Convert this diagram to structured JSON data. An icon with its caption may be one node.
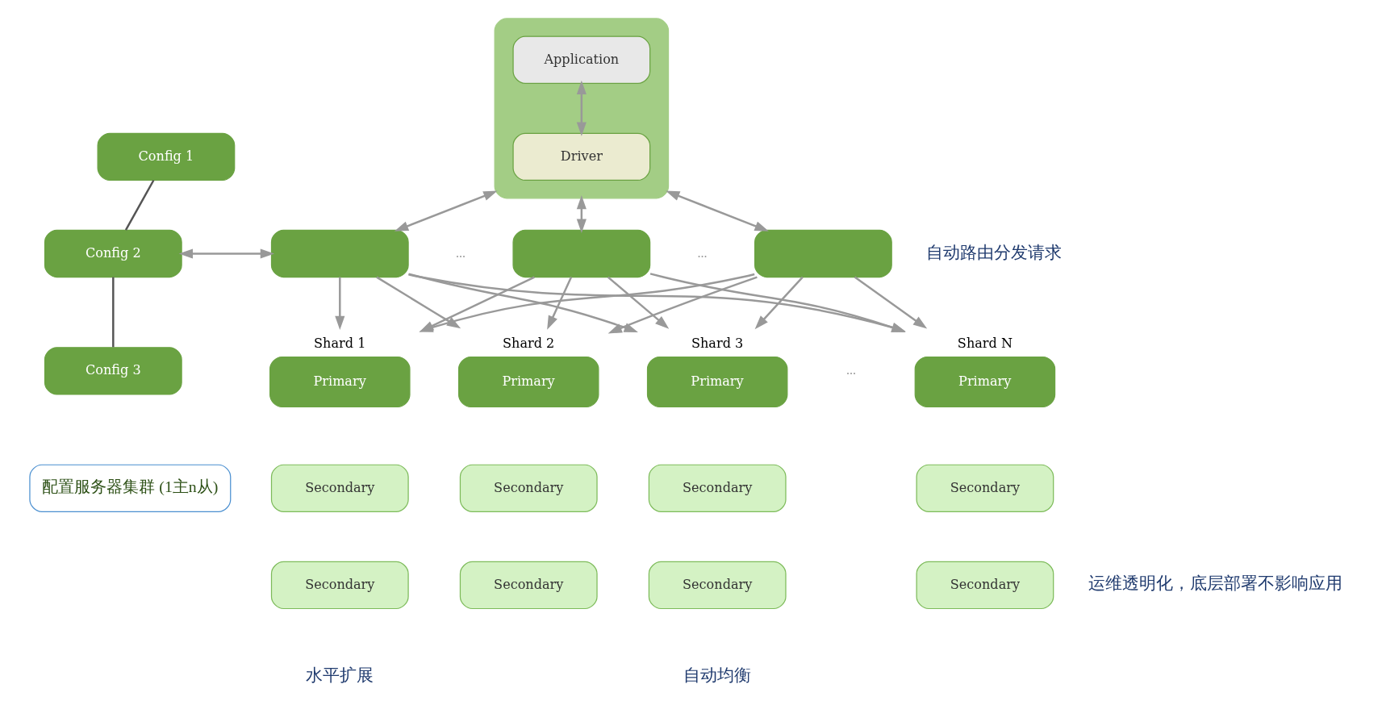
{
  "diagram": {
    "nodes": [
      {
        "text": [],
        "shape": "box"
      },
      {
        "text": [
          "Application"
        ],
        "in": 0
      },
      {
        "text": [
          "Driver"
        ],
        "in": 0
      },
      {
        "text": [
          "Config 1"
        ]
      },
      {
        "text": [
          "Config 2"
        ]
      },
      {
        "text": [
          "Config 3"
        ]
      },
      {
        "text": [],
        "shape": "box"
      },
      {
        "text": [],
        "shape": "box"
      },
      {
        "text": [],
        "shape": "box"
      },
      {
        "text": [
          "Primary"
        ],
        "beside": [
          "Shard 1"
        ]
      },
      {
        "text": [
          "Secondary"
        ]
      },
      {
        "text": [
          "Secondary"
        ]
      },
      {
        "text": [
          "Primary"
        ],
        "beside": [
          "Shard 2"
        ]
      },
      {
        "text": [
          "Secondary"
        ]
      },
      {
        "text": [
          "Secondary"
        ]
      },
      {
        "text": [
          "Primary"
        ],
        "beside": [
          "Shard 3"
        ]
      },
      {
        "text": [
          "Secondary"
        ]
      },
      {
        "text": [
          "Secondary"
        ]
      },
      {
        "text": [
          "Primary"
        ],
        "beside": [
          "Shard N"
        ]
      },
      {
        "text": [
          "Secondary"
        ]
      },
      {
        "text": [
          "Secondary"
        ]
      },
      {
        "text": [
          "配置服务器集群 (1主n从)"
        ]
      }
    ],
    "edges": [
      {
        "from": 1,
        "to": 2,
        "arrow": "both"
      },
      {
        "from": 0,
        "to": 6,
        "arrow": "both"
      },
      {
        "from": 0,
        "to": 7,
        "arrow": "both"
      },
      {
        "from": 0,
        "to": 8,
        "arrow": "both"
      },
      {
        "from": 3,
        "to": 4,
        "arrow": "none",
        "color": "#555555"
      },
      {
        "from": 4,
        "to": 5,
        "arrow": "none",
        "color": "#555555"
      },
      {
        "from": 4,
        "to": 6,
        "arrow": "both"
      },
      {
        "from": 6,
        "to": 9,
        "arrow": "to"
      },
      {
        "from": 6,
        "to": 12,
        "arrow": "to"
      },
      {
        "from": 6,
        "to": 15,
        "arrow": "to"
      },
      {
        "from": 6,
        "to": 18,
        "arrow": "to"
      },
      {
        "from": 7,
        "to": 9,
        "arrow": "to"
      },
      {
        "from": 7,
        "to": 12,
        "arrow": "to"
      },
      {
        "from": 7,
        "to": 15,
        "arrow": "to"
      },
      {
        "from": 7,
        "to": 18,
        "arrow": "to"
      },
      {
        "from": 8,
        "to": 9,
        "arrow": "to"
      },
      {
        "from": 8,
        "to": 12,
        "arrow": "to"
      },
      {
        "from": 8,
        "to": 15,
        "arrow": "to"
      },
      {
        "from": 8,
        "to": 18,
        "arrow": "to"
      }
    ],
    "labels": [
      "...",
      "...",
      "自动路由分发请求",
      "...",
      "运维透明化，底层部署不影响应用",
      "水平扩展",
      "自动均衡"
    ]
  }
}
